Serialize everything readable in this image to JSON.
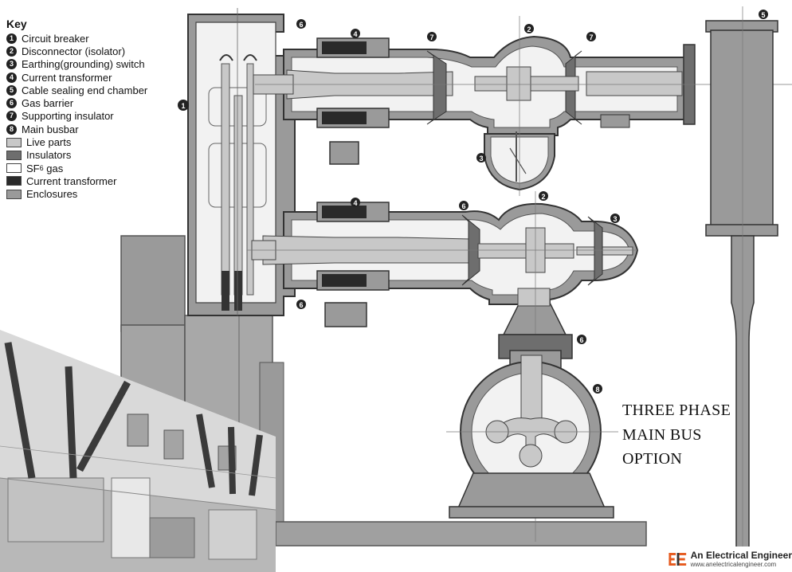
{
  "key": {
    "title": "Key",
    "items": [
      {
        "num": "1",
        "label": "Circuit breaker"
      },
      {
        "num": "2",
        "label": "Disconnector (isolator)"
      },
      {
        "num": "3",
        "label": "Earthing(grounding) switch"
      },
      {
        "num": "4",
        "label": "Current transformer"
      },
      {
        "num": "5",
        "label": "Cable sealing end chamber"
      },
      {
        "num": "6",
        "label": "Gas barrier"
      },
      {
        "num": "7",
        "label": "Supporting insulator"
      },
      {
        "num": "8",
        "label": "Main busbar"
      }
    ],
    "swatches": [
      {
        "label": "Live parts",
        "color": "#c8c8c8"
      },
      {
        "label": "Insulators",
        "color": "#6e6e6e"
      },
      {
        "label_pre": "SF",
        "label_sub": "6",
        "label_post": " gas",
        "color": "#ffffff"
      },
      {
        "label": "Current transformer",
        "color": "#2a2a2a"
      },
      {
        "label": "Enclosures",
        "color": "#9a9a9a"
      }
    ]
  },
  "callouts": {
    "breaker": "1",
    "disconnector_top": "2",
    "disconnector_mid": "2",
    "earthing_top": "3",
    "earthing_mid": "3",
    "ct_top": "4",
    "ct_mid": "4",
    "cable_end": "5",
    "barrier_a": "6",
    "barrier_b": "6",
    "barrier_c": "6",
    "barrier_d": "6",
    "insulator_a": "7",
    "insulator_b": "7",
    "busbar": "8"
  },
  "bus_label": [
    "THREE PHASE",
    "MAIN BUS",
    "OPTION"
  ],
  "logo": {
    "name": "An Electrical Engineer",
    "url": "www.anelectricalengineer.com"
  },
  "colors": {
    "enclosure": "#9a9a9a",
    "live": "#c8c8c8",
    "insulator": "#6e6e6e",
    "ct": "#2a2a2a",
    "gas": "#f2f2f2",
    "logo_accent": "#e65a1e"
  }
}
